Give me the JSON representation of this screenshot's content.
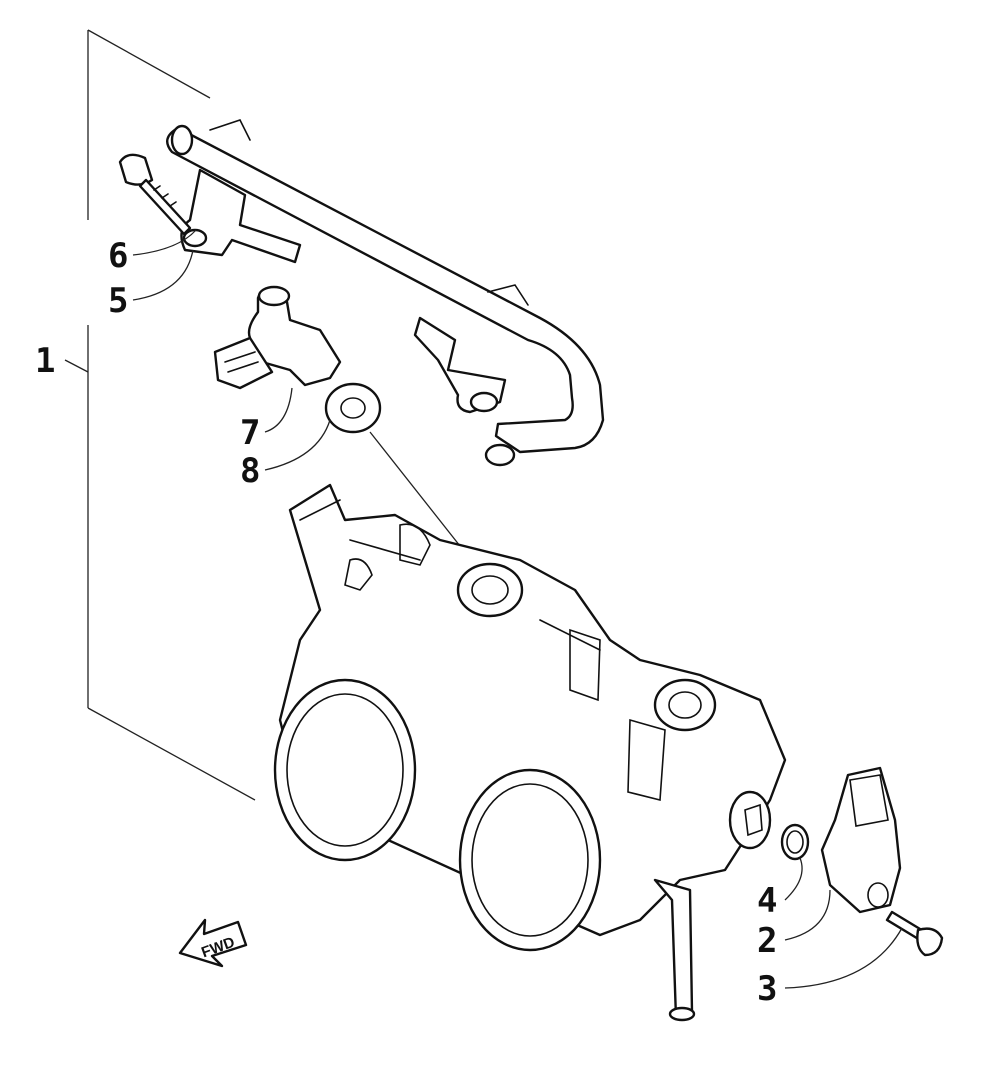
{
  "diagram": {
    "callouts": [
      "1",
      "2",
      "3",
      "4",
      "5",
      "6",
      "7",
      "8"
    ],
    "direction_arrow": "FWD"
  }
}
